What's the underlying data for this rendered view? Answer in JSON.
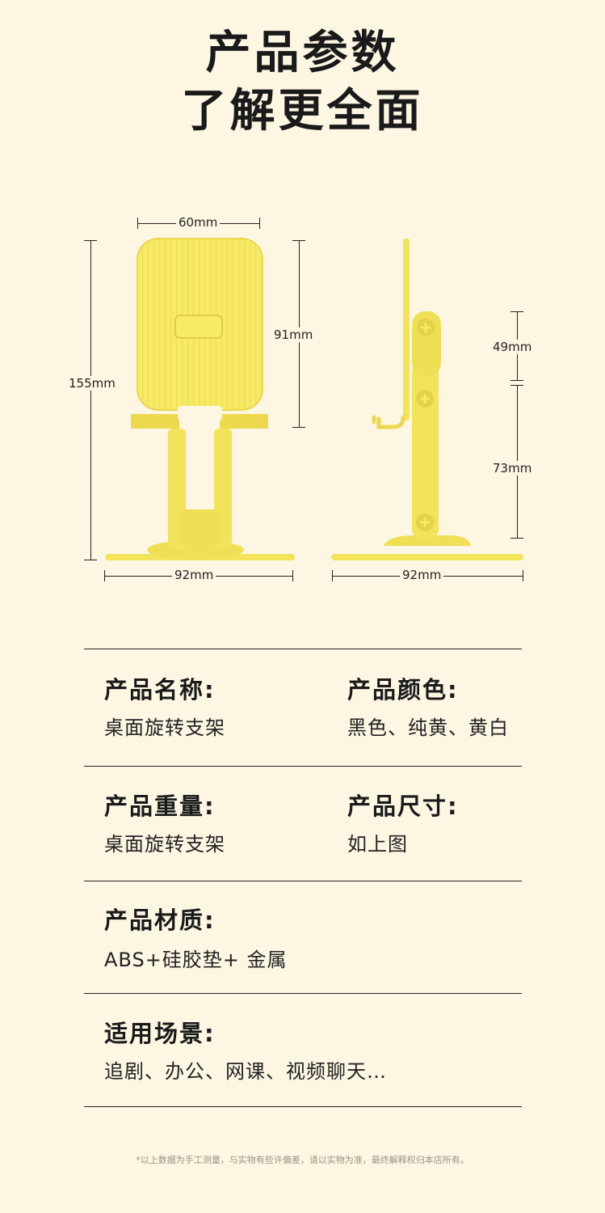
{
  "header": {
    "title_line1": "产品参数",
    "title_line2": "了解更全面"
  },
  "dimensions": {
    "front_width": "60mm",
    "front_total_height": "155mm",
    "front_plate_height": "91mm",
    "front_base_width": "92mm",
    "side_upper_arm": "49mm",
    "side_lower_arm": "73mm",
    "side_base_width": "92mm"
  },
  "colors": {
    "product_yellow": "#f7ea67",
    "product_shadow": "#e9d84a",
    "background": "#fdf6e3"
  },
  "specs": {
    "name_label": "产品名称:",
    "name_value": "桌面旋转支架",
    "color_label": "产品颜色:",
    "color_value": "黑色、纯黄、黄白",
    "weight_label": "产品重量:",
    "weight_value": "桌面旋转支架",
    "size_label": "产品尺寸:",
    "size_value": "如上图",
    "material_label": "产品材质:",
    "material_value": "ABS+硅胶垫+ 金属",
    "scene_label": "适用场景:",
    "scene_value": "追剧、办公、网课、视频聊天…"
  },
  "footer": {
    "note": "*以上数据为手工测量，与实物有些许偏差，请以实物为准，最终解释权归本店所有。"
  }
}
